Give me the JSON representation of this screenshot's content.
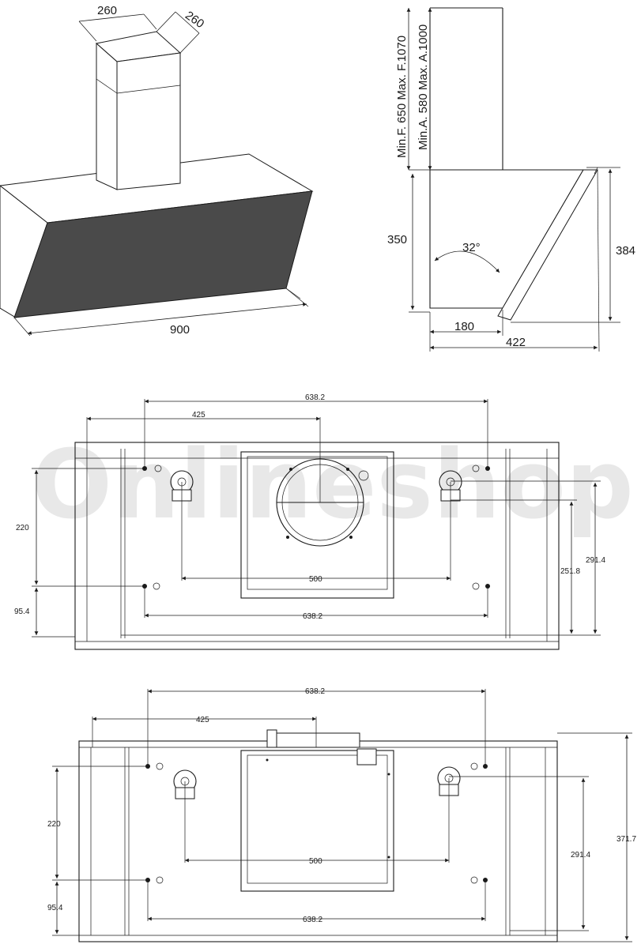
{
  "watermark": "Onlineshop",
  "perspective_view": {
    "chimney_width": "260",
    "chimney_depth": "260",
    "hood_width": "900"
  },
  "side_view": {
    "height_range_a": "Min.A. 580  Max. A.1000",
    "height_range_f": "Min.F. 650 Max. F.1070",
    "body_height": "350",
    "total_height": "384",
    "angle": "32°",
    "chimney_offset": "180",
    "total_depth": "422"
  },
  "bottom_view_1": {
    "top_span": "638.2",
    "left_span": "425",
    "motor_span": "500",
    "bottom_span": "638.2",
    "left_height": "220",
    "left_lower": "95.4",
    "right_height_inner": "251.8",
    "right_height_outer": "291.4"
  },
  "bottom_view_2": {
    "top_span": "638.2",
    "left_span": "425",
    "motor_span": "500",
    "bottom_span": "638.2",
    "left_height": "220",
    "left_lower": "95.4",
    "right_height": "291.4",
    "total_height": "371.7"
  }
}
